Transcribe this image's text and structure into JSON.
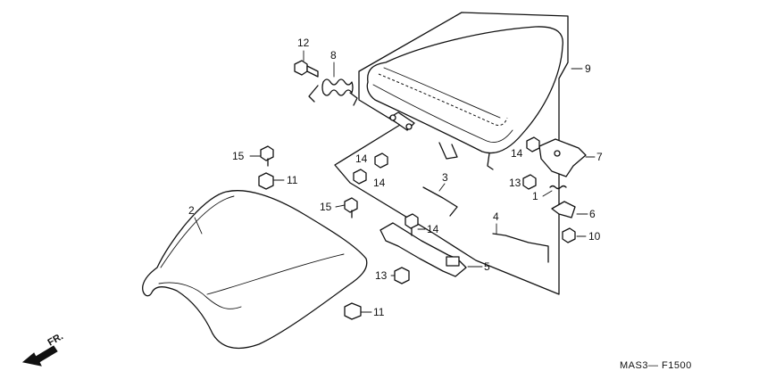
{
  "diagram": {
    "drawing_code": "MAS3— F1500",
    "direction_label": "FR.",
    "callouts": {
      "c1": "1",
      "c2": "2",
      "c3": "3",
      "c4": "4",
      "c5": "5",
      "c6": "6",
      "c7": "7",
      "c8": "8",
      "c9": "9",
      "c10": "10",
      "c11a": "11",
      "c11b": "11",
      "c12": "12",
      "c13a": "13",
      "c13b": "13",
      "c14a": "14",
      "c14b": "14",
      "c14c": "14",
      "c14d": "14",
      "c15a": "15",
      "c15b": "15"
    }
  }
}
